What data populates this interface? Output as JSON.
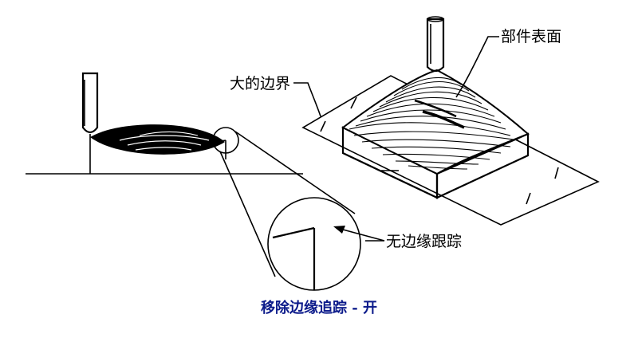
{
  "labels": {
    "part_surface": "部件表面",
    "large_boundary": "大的边界",
    "no_edge_tracking": "无边缘跟踪"
  },
  "caption": {
    "text": "移除边缘追踪 - 开",
    "color": "#0b1a8a"
  }
}
